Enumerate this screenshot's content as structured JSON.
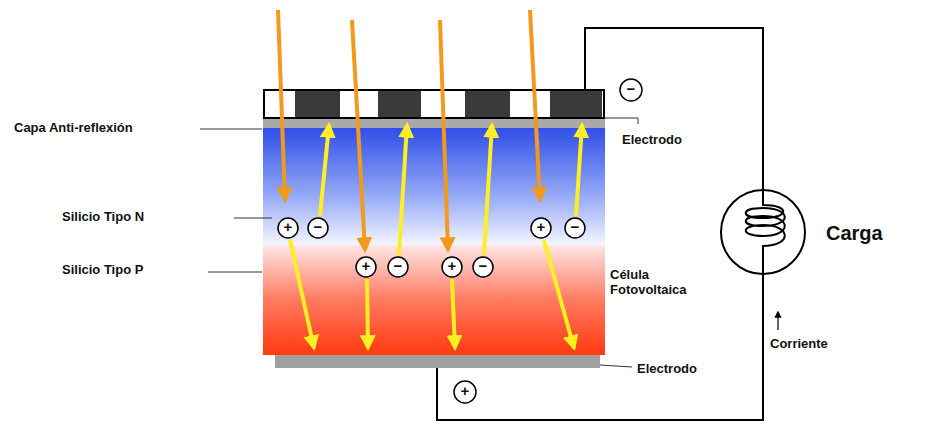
{
  "diagram": {
    "labels": [
      "−",
      "Capa Anti-reflexión",
      "Electrodo",
      "Silicio Tipo N",
      "+",
      "−",
      "+",
      "−",
      "+",
      "−",
      "+",
      "−",
      "Silicio Tipo P",
      "Carga",
      "Célula Fotovoltaica",
      "Corriente",
      "Electrodo",
      "+"
    ]
  }
}
